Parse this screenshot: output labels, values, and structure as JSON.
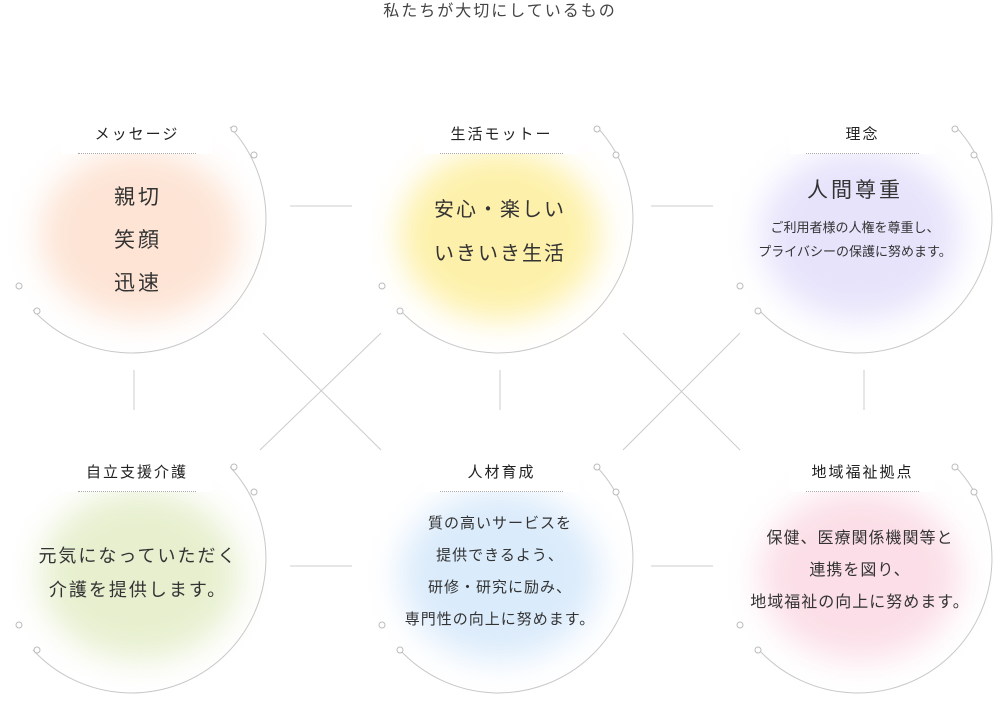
{
  "title": "私たちが大切にしているもの",
  "nodes": [
    {
      "heading": "メッセージ",
      "lines": [
        "親切",
        "笑顔",
        "迅速"
      ]
    },
    {
      "heading": "生活モットー",
      "lines": [
        "安心・楽しい",
        "いきいき生活"
      ]
    },
    {
      "heading": "理念",
      "headline": "人間尊重",
      "lines": [
        "ご利用者様の人権を尊重し、",
        "プライバシーの保護に努めます。"
      ]
    },
    {
      "heading": "自立支援介護",
      "lines": [
        "元気になっていただく",
        "介護を提供します。"
      ]
    },
    {
      "heading": "人材育成",
      "lines": [
        "質の高いサービスを",
        "提供できるよう、",
        "研修・研究に励み、",
        "専門性の向上に努めます。"
      ]
    },
    {
      "heading": "地域福祉拠点",
      "lines": [
        "保健、医療関係機関等と",
        "連携を図り、",
        "地域福祉の向上に努めます。"
      ]
    }
  ],
  "colors": {
    "ring": "#c8c8c8",
    "connector": "#cccccc",
    "node_fill": [
      "#fde3d3",
      "#fdf0a6",
      "#e6e2fb",
      "#e6efcd",
      "#d9eafb",
      "#fbdde6"
    ]
  }
}
